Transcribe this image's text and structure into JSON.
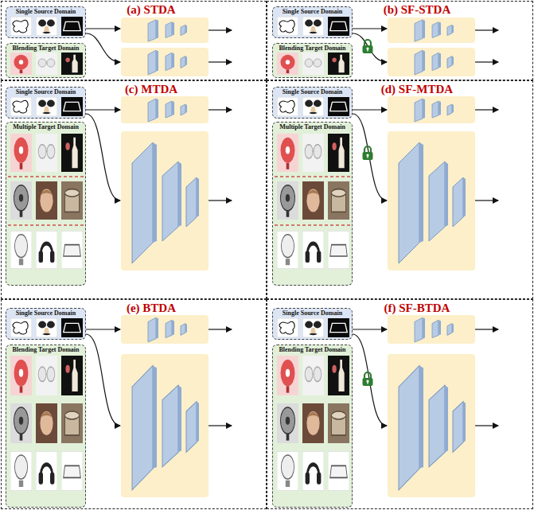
{
  "diagram": {
    "nodes": [
      {
        "text": [
          "(a) STDA"
        ]
      },
      {
        "text": [
          "Single Source Domain"
        ],
        "in": 0
      },
      {
        "text": [
          "Blending Target Domain"
        ],
        "in": 0
      },
      {
        "text": [
          "(b) SF-STDA"
        ]
      },
      {
        "text": [
          "Single Source Domain"
        ],
        "in": 3
      },
      {
        "text": [
          "Blending Target Domain"
        ],
        "in": 3
      },
      {
        "text": [
          "(c) MTDA"
        ]
      },
      {
        "text": [
          "Single Source Domain"
        ],
        "in": 6
      },
      {
        "text": [
          "Multiple Target Domain"
        ],
        "in": 6
      },
      {
        "text": [
          "(d) SF-MTDA"
        ]
      },
      {
        "text": [
          "Single Source Domain"
        ],
        "in": 9
      },
      {
        "text": [
          "Multiple Target Domain"
        ],
        "in": 9
      },
      {
        "text": [
          "(e) BTDA"
        ]
      },
      {
        "text": [
          "Single Source Domain"
        ],
        "in": 12
      },
      {
        "text": [
          "Blending Target Domain"
        ],
        "in": 12
      },
      {
        "text": [
          "(f) SF-BTDA"
        ]
      },
      {
        "text": [
          "Single Source Domain"
        ],
        "in": 15
      },
      {
        "text": [
          "Blending Target Domain"
        ],
        "in": 15
      }
    ]
  }
}
